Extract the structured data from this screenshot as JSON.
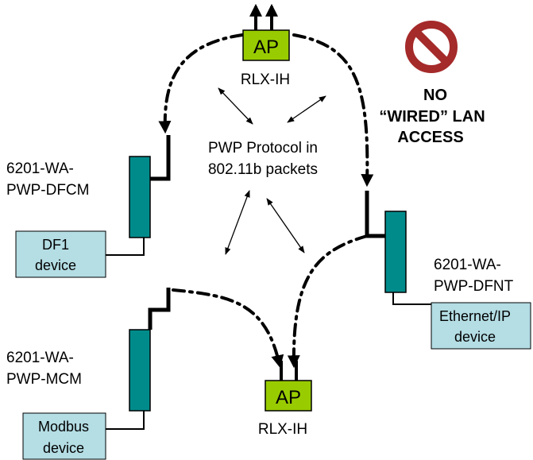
{
  "nodes": {
    "ap_top": {
      "box_label": "AP",
      "name": "RLX-IH"
    },
    "ap_bottom": {
      "box_label": "AP",
      "name": "RLX-IH"
    },
    "dfcm": {
      "line1": "6201-WA-",
      "line2": "PWP-DFCM"
    },
    "dfnt": {
      "line1": "6201-WA-",
      "line2": "PWP-DFNT"
    },
    "mcm": {
      "line1": "6201-WA-",
      "line2": "PWP-MCM"
    }
  },
  "devices": {
    "df1": {
      "line1": "DF1",
      "line2": "device"
    },
    "ethernet": {
      "line1": "Ethernet/IP",
      "line2": "device"
    },
    "modbus": {
      "line1": "Modbus",
      "line2": "device"
    }
  },
  "protocol": {
    "line1": "PWP Protocol in",
    "line2": "802.11b packets"
  },
  "no_access": {
    "line1": "NO",
    "line2": "“WIRED” LAN",
    "line3": "ACCESS"
  },
  "colors": {
    "ap_fill": "#99cc00",
    "radio_fill": "#008b8b",
    "device_fill": "#b4dde4",
    "prohibition": "#a52a2a"
  }
}
